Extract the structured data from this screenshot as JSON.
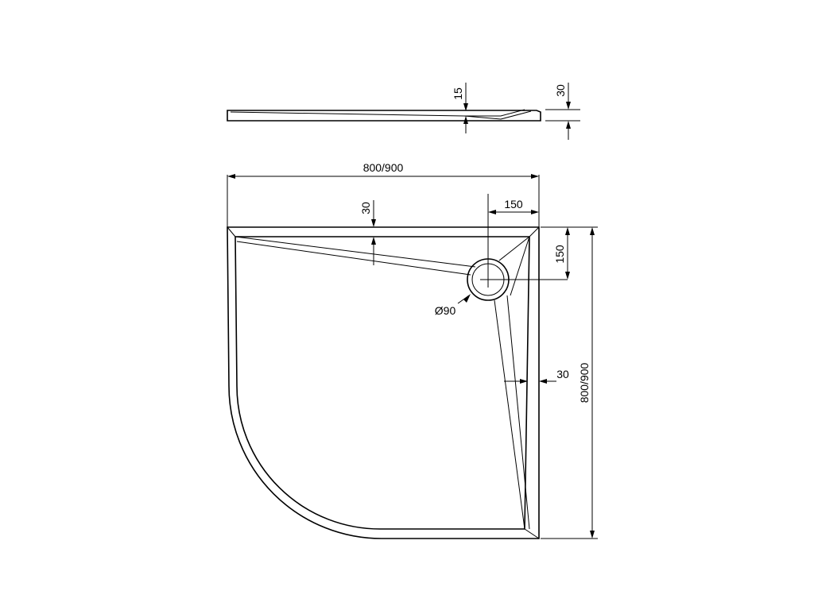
{
  "dimensions": {
    "side_depth_drain": "15",
    "side_total_height": "30",
    "top_width": "800/900",
    "drain_offset_x": "150",
    "drain_offset_y": "150",
    "top_rim": "30",
    "right_rim": "30",
    "drain_diameter": "Ø90",
    "right_height": "800/900"
  }
}
